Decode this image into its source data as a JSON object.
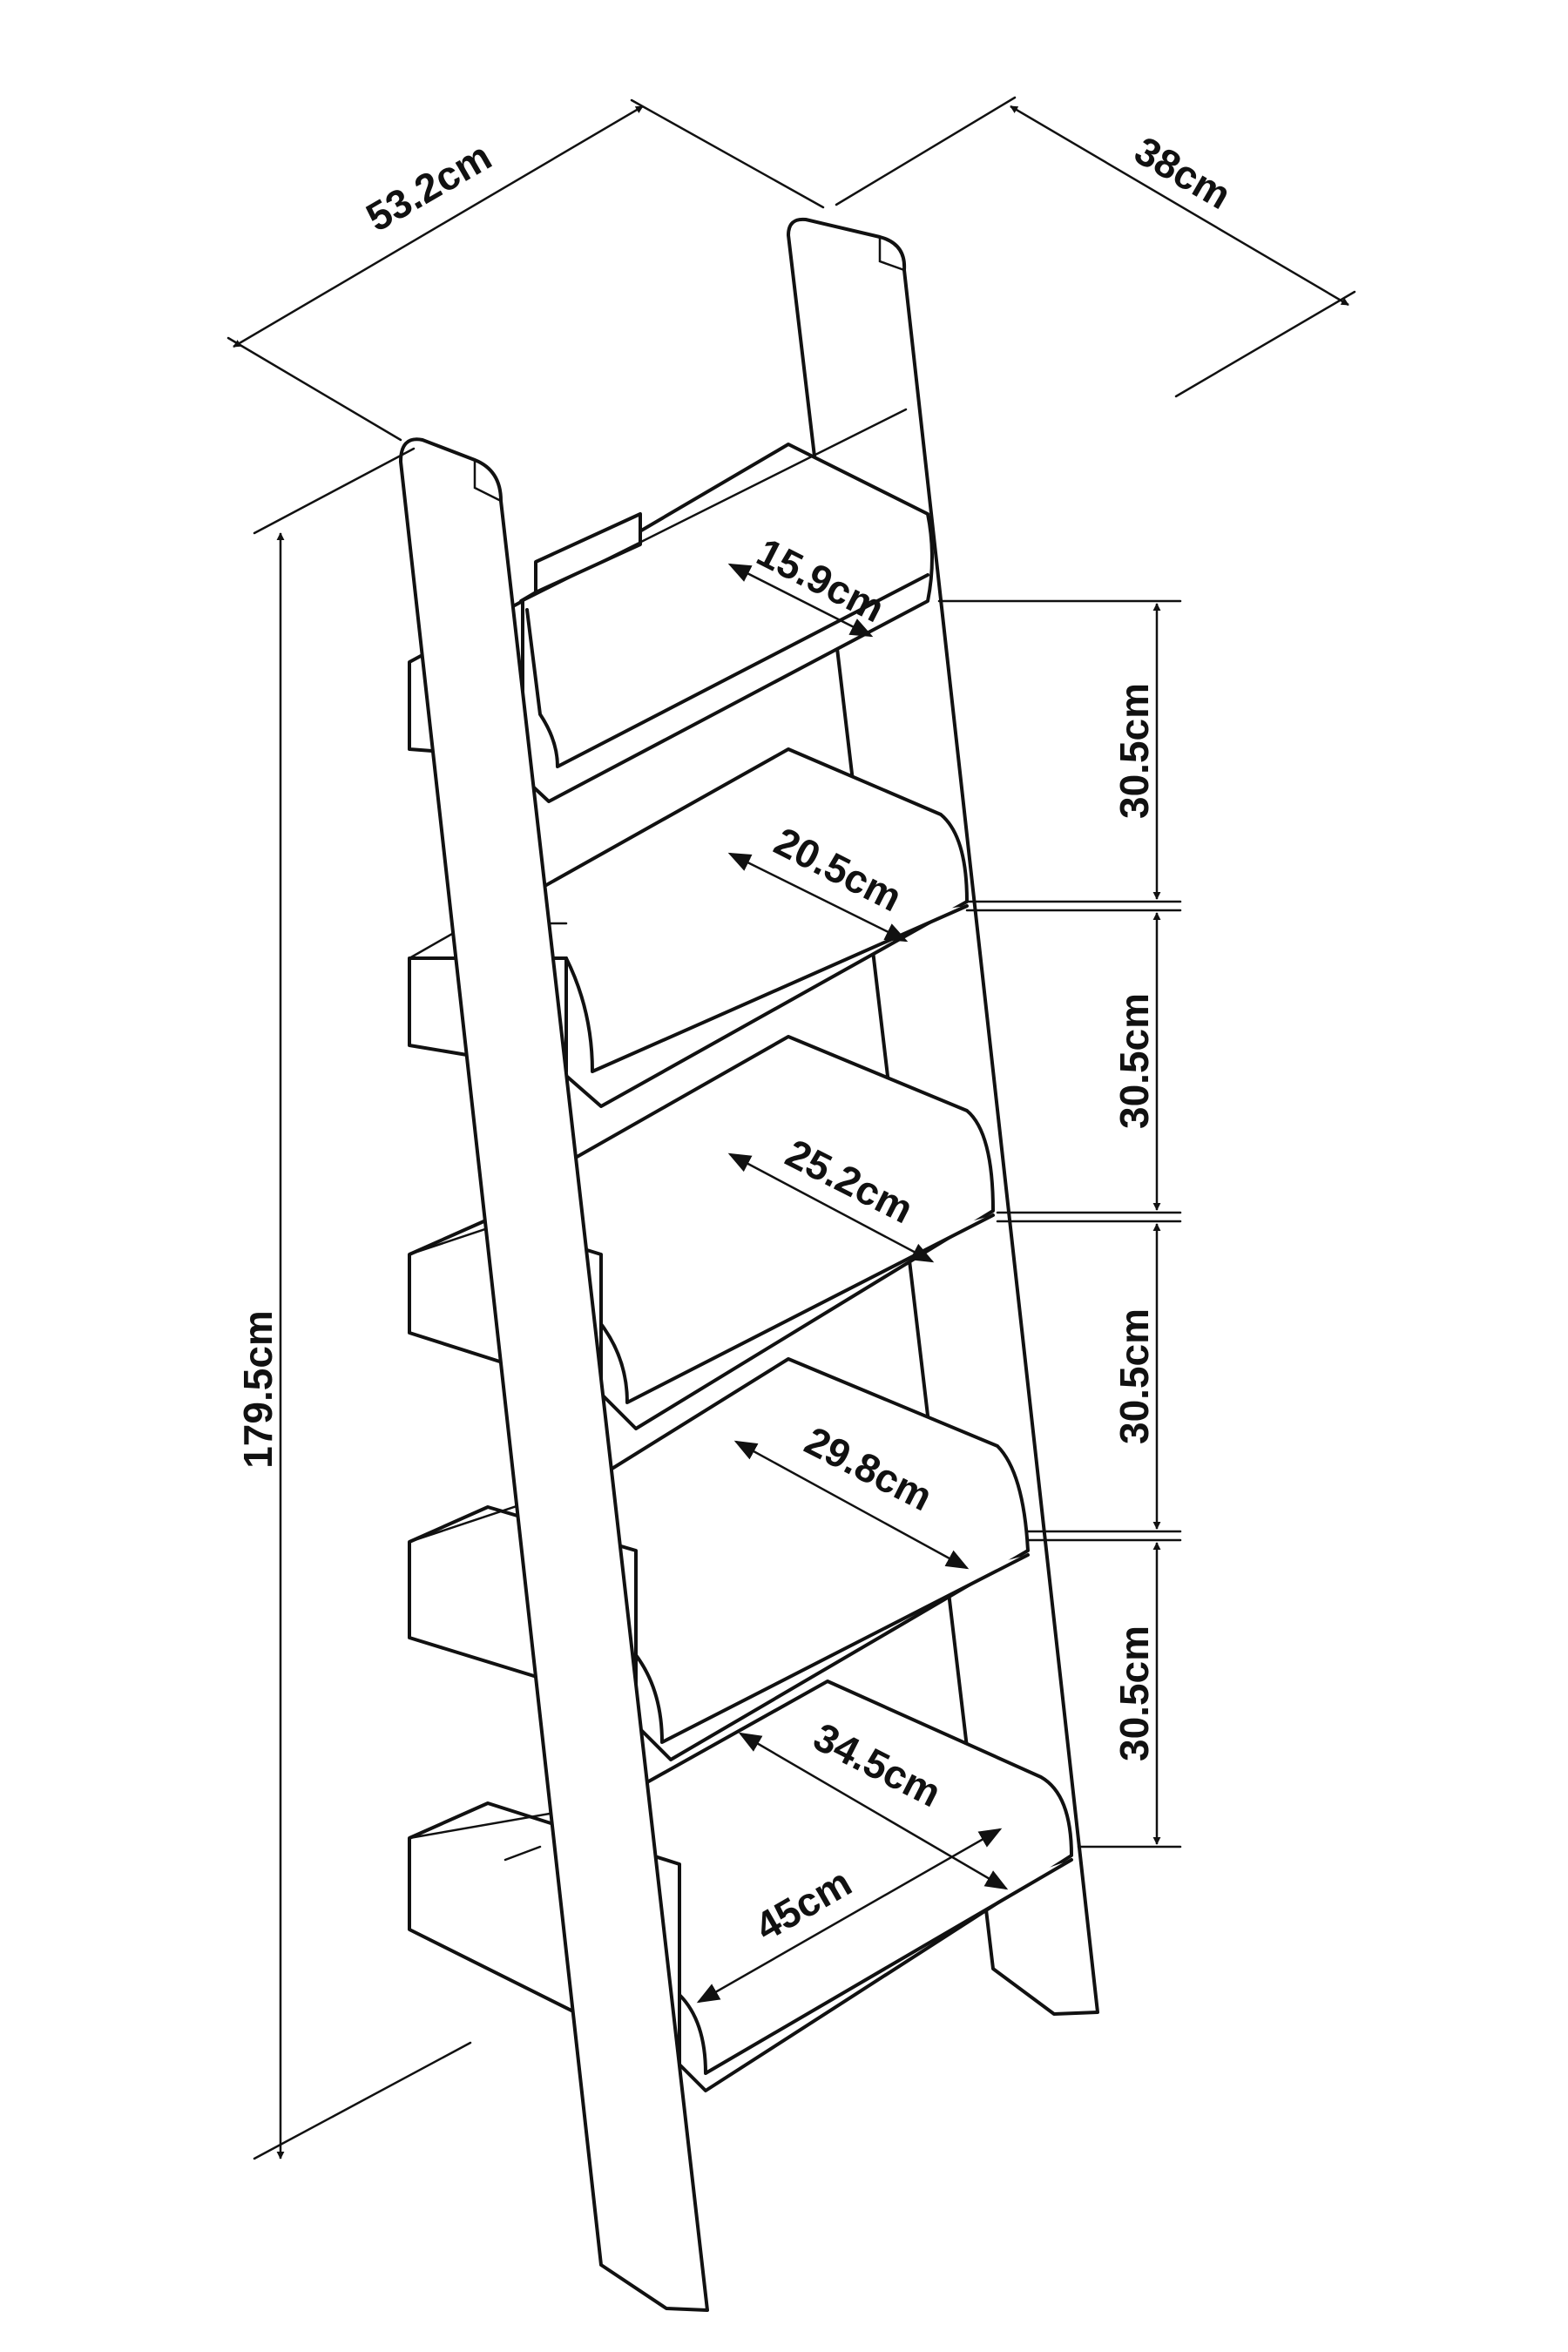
{
  "dimensions": {
    "overall_width": "53.2cm",
    "overall_depth": "38cm",
    "overall_height": "179.5cm",
    "shelf_spacing": [
      "30.5cm",
      "30.5cm",
      "30.5cm",
      "30.5cm"
    ],
    "shelf_depths": [
      "15.9cm",
      "20.5cm",
      "25.2cm",
      "29.8cm",
      "34.5cm"
    ],
    "shelf_width": "45cm"
  },
  "colors": {
    "line": "#111111",
    "background": "#ffffff"
  }
}
